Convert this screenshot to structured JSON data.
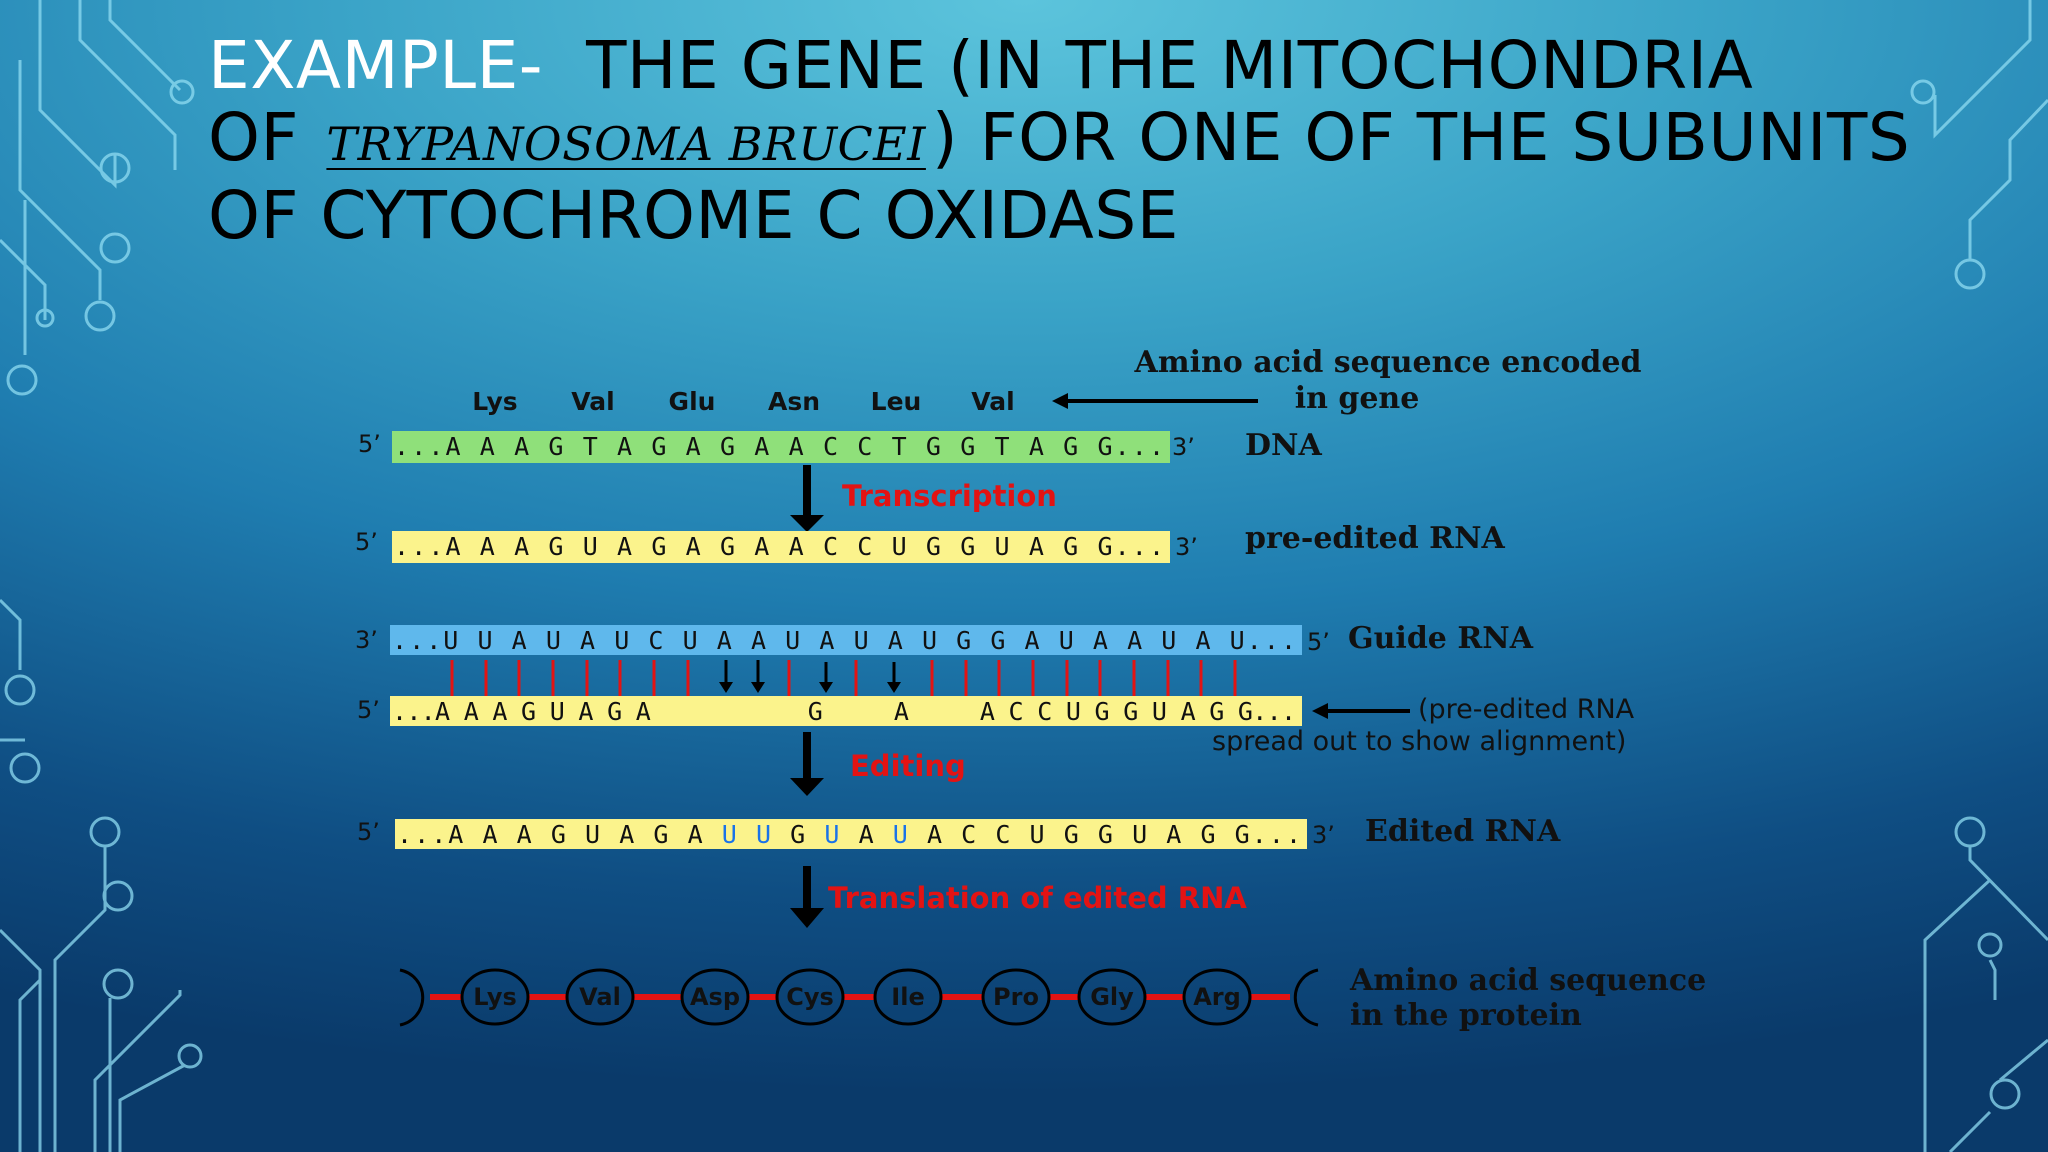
{
  "title": {
    "lead": "EXAMPLE-",
    "line1": "THE GENE (IN THE MITOCHONDRIA",
    "of": "OF",
    "species": "TRYPANOSOMA BRUCEI",
    "line2_rest": ") FOR ONE OF THE SUBUNITS",
    "line3": "OF CYTOCHROME C OXIDASE"
  },
  "colors": {
    "dna_fill": "#8fe07a",
    "rna_fill": "#fbf38c",
    "guide_fill": "#5fb8ec",
    "base_pair_line": "#e31313",
    "inserted_u": "#1a73e8",
    "step_label": "#e31313"
  },
  "diagram": {
    "gene_amino_acids": [
      "Lys",
      "Val",
      "Glu",
      "Asn",
      "Leu",
      "Val"
    ],
    "gene_aa_label_line1": "Amino acid sequence encoded",
    "gene_aa_label_line2": "in gene",
    "dna": {
      "five": "5’",
      "seq": "...A A A G T A G A G A A C C T G G T A G G...",
      "three": "3’",
      "label": "DNA"
    },
    "transcription_label": "Transcription",
    "pre_edited": {
      "five": "5’",
      "seq": "...A A A G U A G A G A A C C U G G U A G G...",
      "three": "3’",
      "label": "pre-edited RNA"
    },
    "guide": {
      "three": "3’",
      "seq": "...U U A U A U C U A A U A U A U G G A U A A U A U...",
      "five": "5’",
      "label": "Guide RNA"
    },
    "spread": {
      "five": "5’",
      "seq": "...A A A G U A G A           G     A     A C C U G G U A G G...",
      "note_line1": "(pre-edited RNA",
      "note_line2": "spread out to show alignment)"
    },
    "editing_label": "Editing",
    "edited": {
      "five": "5’",
      "seg1": "...A A A G U A G A ",
      "ins1": "U U",
      "seg2": " G ",
      "ins2": "U",
      "seg3": " A ",
      "ins3": "U",
      "seg4": " A C C U G G U A G G...",
      "three": "3’",
      "label": "Edited RNA"
    },
    "translation_label": "Translation of edited RNA",
    "protein_amino_acids": [
      "Lys",
      "Val",
      "Asp",
      "Cys",
      "Ile",
      "Pro",
      "Gly",
      "Arg"
    ],
    "protein_label_line1": "Amino acid sequence",
    "protein_label_line2": "in the protein"
  }
}
